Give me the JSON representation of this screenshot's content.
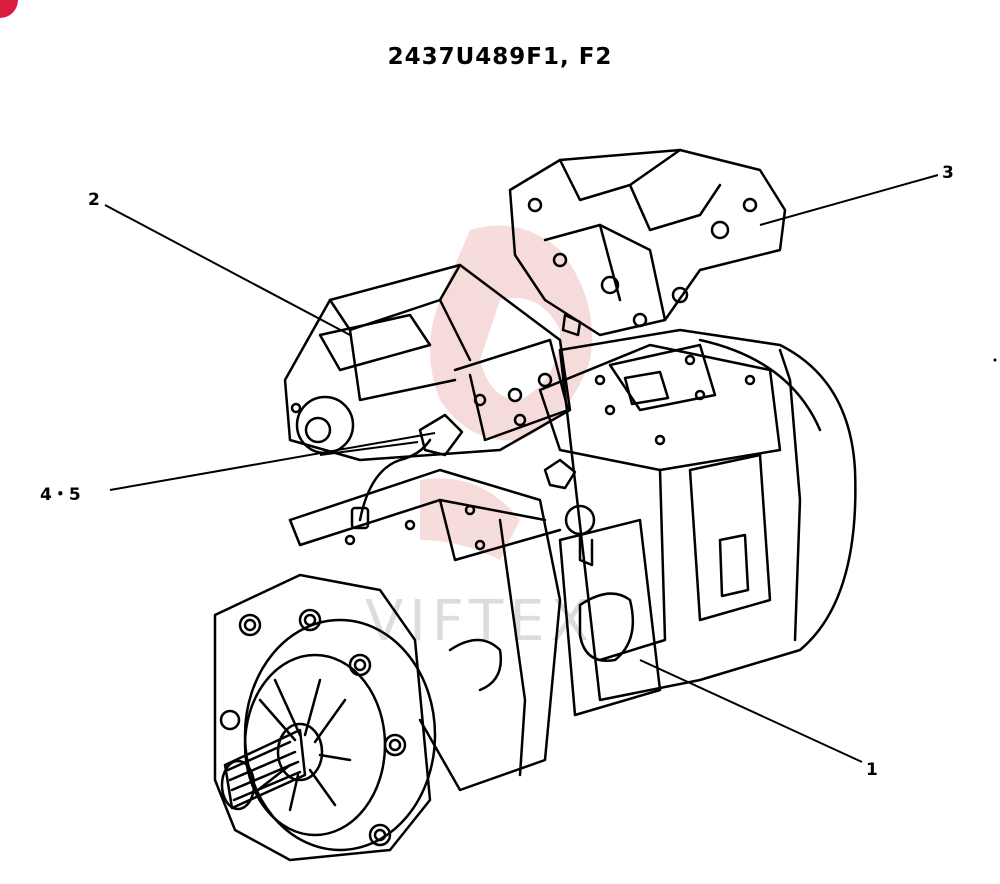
{
  "drawing": {
    "part_number": "2437U489F1, F2",
    "watermark_text": "VIFTEX",
    "colors": {
      "ink": "#000000",
      "watermark": "#e89a9a",
      "corner_badge": "#d81e3c"
    }
  },
  "callouts": [
    {
      "label": "1",
      "part": "main-pump"
    },
    {
      "label": "2",
      "part": "regulator-left"
    },
    {
      "label": "3",
      "part": "gear-pump"
    },
    {
      "label": "4・5",
      "part": "solenoid-sensor"
    }
  ]
}
